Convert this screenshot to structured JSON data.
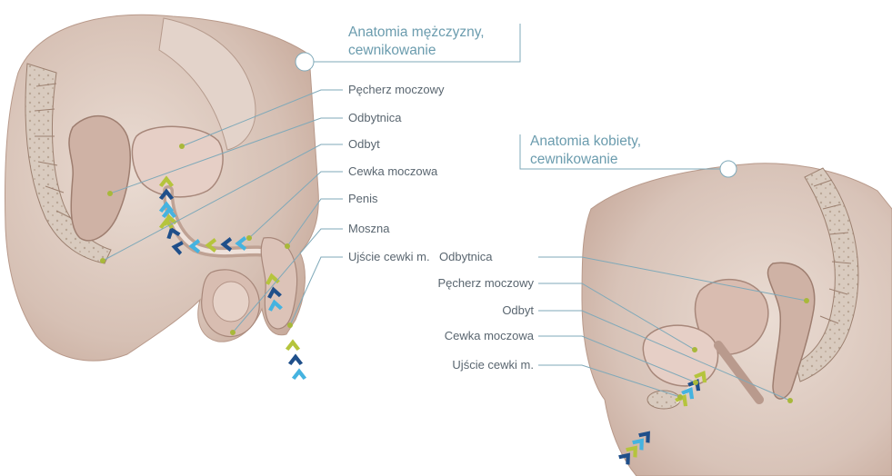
{
  "male": {
    "title_line1": "Anatomia mężczyzny,",
    "title_line2": "cewnikowanie",
    "labels": [
      "Pęcherz moczowy",
      "Odbytnica",
      "Odbyt",
      "Cewka moczowa",
      "Penis",
      "Moszna",
      "Ujście cewki m."
    ]
  },
  "female": {
    "title_line1": "Anatomia kobiety,",
    "title_line2": "cewnikowanie",
    "labels": [
      "Odbytnica",
      "Pęcherz moczowy",
      "Odbyt",
      "Cewka moczowa",
      "Ujście cewki m."
    ]
  },
  "colors": {
    "title": "#6b9cae",
    "leader": "#7fa9b9",
    "dot": "#a8b83a",
    "chevron_green": "#b5c43c",
    "chevron_navy": "#1f4f8a",
    "chevron_cyan": "#45b3e0",
    "tissue": "#d7c2b7",
    "tissue_dark": "#a8867a"
  }
}
